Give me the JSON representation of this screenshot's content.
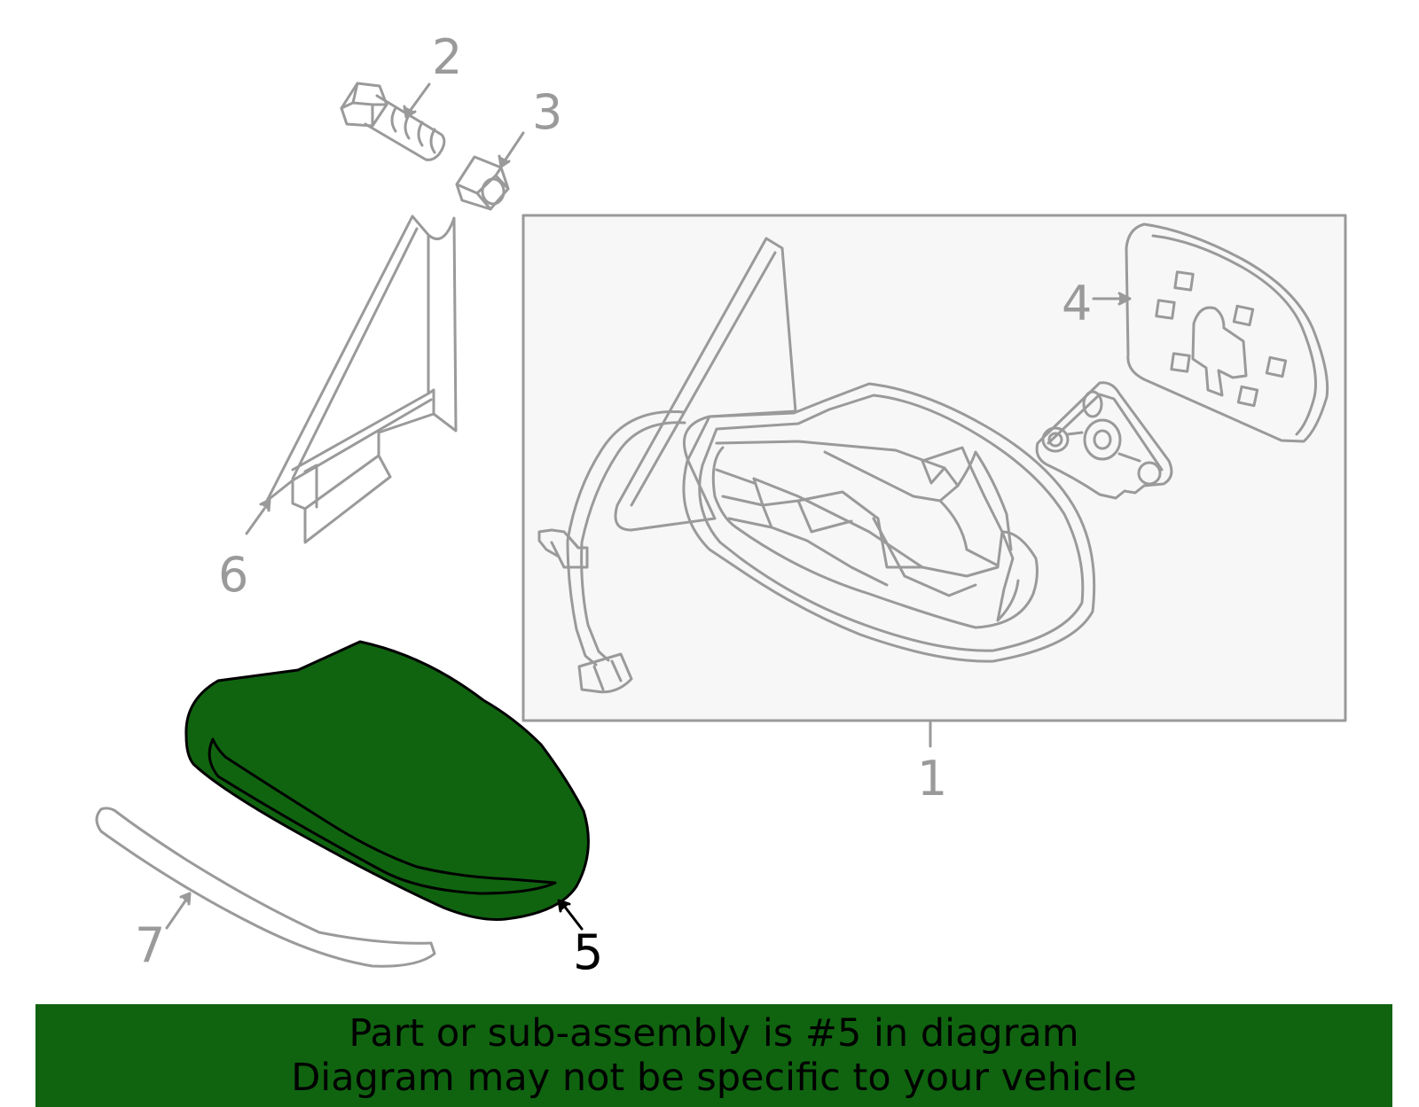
{
  "diagram": {
    "callouts": [
      {
        "id": "1",
        "label": "1",
        "highlight": false
      },
      {
        "id": "2",
        "label": "2",
        "highlight": false
      },
      {
        "id": "3",
        "label": "3",
        "highlight": false
      },
      {
        "id": "4",
        "label": "4",
        "highlight": false
      },
      {
        "id": "5",
        "label": "5",
        "highlight": true
      },
      {
        "id": "6",
        "label": "6",
        "highlight": false
      },
      {
        "id": "7",
        "label": "7",
        "highlight": false
      }
    ],
    "colors": {
      "line": "#9a9a9a",
      "highlight_fill": "#106410",
      "highlight_stroke": "#000000",
      "box_fill": "#f7f7f7",
      "banner": "#106410"
    }
  },
  "banner": {
    "line1": "Part or sub-assembly is #5 in diagram",
    "line2": "Diagram may not be specific to your vehicle"
  }
}
